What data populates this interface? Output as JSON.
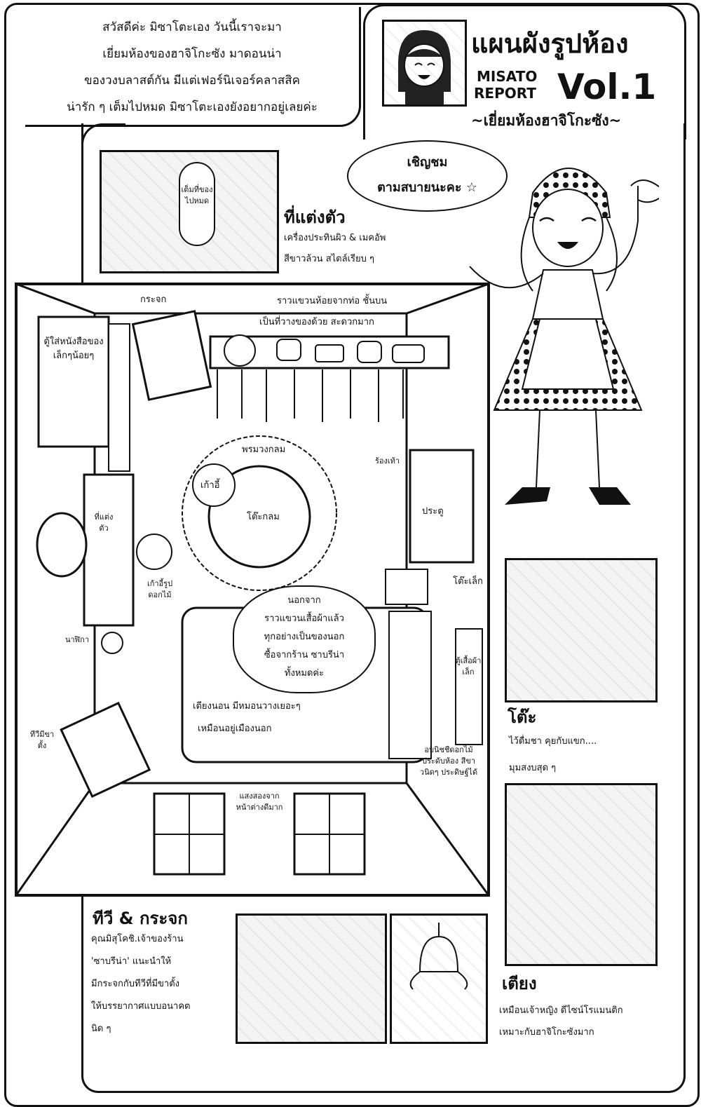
{
  "intro": {
    "lines": [
      "สวัสดีค่ะ มิซาโตะเอง วันนี้เราจะมา",
      "เยี่ยมห้องของฮาจิโกะซัง มาดอนน่า",
      "ของวงบลาสต์กัน  มีแต่เฟอร์นิเจอร์คลาสสิค",
      "น่ารัก ๆ เต็มไปหมด  มิซาโตะเองยังอยากอยู่เลยค่ะ"
    ]
  },
  "header": {
    "title": "แผนผังรูปห้อง",
    "series_line1": "MISATO",
    "series_line2": "REPORT",
    "volume": "Vol.1",
    "subtitle": "~เยี่ยมห้องฮาจิโกะซัง~"
  },
  "speech": {
    "line1": "เชิญชม",
    "line2": "ตามสบายนะคะ ☆"
  },
  "dressing_section": {
    "heading": "ที่แต่งตัว",
    "line1": "เครื่องประทินผิว & เมคอัพ",
    "line2": "สีขาวล้วน สไตล์เรียบ ๆ",
    "panel_bubble": "เต็มที่ของไปหมด"
  },
  "room_labels": {
    "mirror_top": "กระจก",
    "rack_note1": "ราวแขวนห้อยจากท่อ ชั้นบน",
    "rack_note2": "เป็นที่วางของด้วย สะดวกมาก",
    "bookcase": "ตู้ใส่หนังสือของเล็กๆน้อยๆ",
    "round_rug": "พรมวงกลม",
    "stool": "เก้าอี้",
    "round_table": "โต๊ะกลม",
    "shoes": "ร้องเท้า",
    "door": "ประตู",
    "dressing_table": "ที่แต่งตัว",
    "chair_small": "เก้าอี้รูปดอกไม้",
    "small_table": "โต๊ะเล็ก",
    "clock": "นาฬิกา",
    "closet": "ตู้เสื้อผ้าเล็ก",
    "tv": "ทีวีมีขาตั้ง",
    "bubble_main": [
      "นอกจาก",
      "ราวแขวนเสื้อผ้าแล้ว",
      "ทุกอย่างเป็นของนอก",
      "ซื้อจากร้าน ซาบรีน่า",
      "ทั้งหมดค่ะ"
    ],
    "bed_note1": "เตียงนอน มีหมอนวางเยอะๆ",
    "bed_note2": "เหมือนอยู่เมืองนอก",
    "flower_note": "อบนิชชีดอกไม้ประดับห้อง สีขาวนิดๆ ประดิษฐ์ได้",
    "window_note": "แสงสองจากหน้าต่างดีมาก"
  },
  "table_section": {
    "heading": "โต๊ะ",
    "line1": "ไว้ดื่มชา  คุยกับแขก....",
    "line2": "มุมสงบสุด ๆ"
  },
  "bed_section": {
    "heading": "เตียง",
    "line1": "เหมือนเจ้าหญิง  ดีไซน์โรแมนติก",
    "line2": "เหมาะกับฮาจิโกะซังมาก"
  },
  "tv_section": {
    "heading": "ทีวี & กระจก",
    "lines": [
      "คุณมิสุโคชิ.เจ้าของร้าน",
      "'ซาบรีน่า'  แนะนำให้",
      "มีกระจกกับทีวีที่มีขาตั้ง",
      "ให้บรรยากาศแบบอนาคต",
      "นิด ๆ"
    ]
  }
}
